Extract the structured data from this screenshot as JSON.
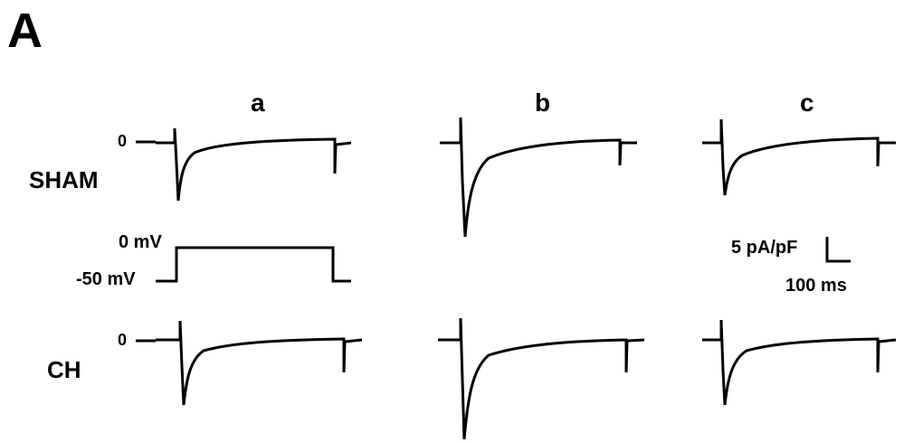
{
  "figure": {
    "panel_label": "A",
    "columns": [
      "a",
      "b",
      "c"
    ],
    "rows": [
      "SHAM",
      "CH"
    ],
    "zero_label": "0",
    "protocol": {
      "holding_label": "0 mV",
      "rest_label": "-50 mV"
    },
    "scale_bar": {
      "y_label": "5 pA/pF",
      "x_label": "100 ms"
    }
  }
}
